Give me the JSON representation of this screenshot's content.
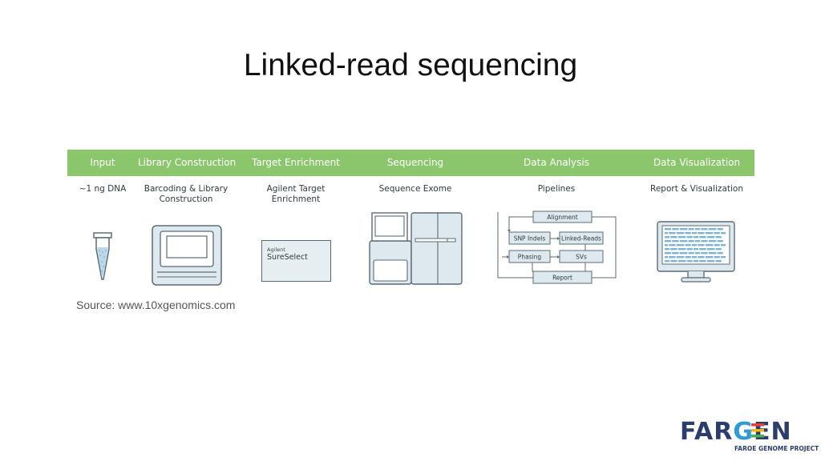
{
  "slide": {
    "title": "Linked-read sequencing",
    "source": "Source: www.10xgenomics.com"
  },
  "stages": [
    {
      "header": "Input",
      "sub": "~1 ng DNA"
    },
    {
      "header": "Library Construction",
      "sub": "Barcoding & Library Construction"
    },
    {
      "header": "Target Enrichment",
      "sub": "Agilent Target Enrichment"
    },
    {
      "header": "Sequencing",
      "sub": "Sequence Exome"
    },
    {
      "header": "Data Analysis",
      "sub": "Pipelines"
    },
    {
      "header": "Data Visualization",
      "sub": "Report & Visualization"
    }
  ],
  "kit": {
    "brand": "Agilent",
    "name": "SureSelect"
  },
  "pipeline": {
    "alignment": "Alignment",
    "snp_indels": "SNP Indels",
    "linked_reads": "Linked-Reads",
    "phasing": "Phasing",
    "svs": "SVs",
    "report": "Report"
  },
  "logo": {
    "text": "FARGEN",
    "tagline": "FAROE GENOME PROJECT"
  },
  "colors": {
    "bar": "#8cc66c",
    "line": "#5b6b73",
    "fill": "#dde9ef",
    "logo_navy": "#2b3d6b"
  }
}
